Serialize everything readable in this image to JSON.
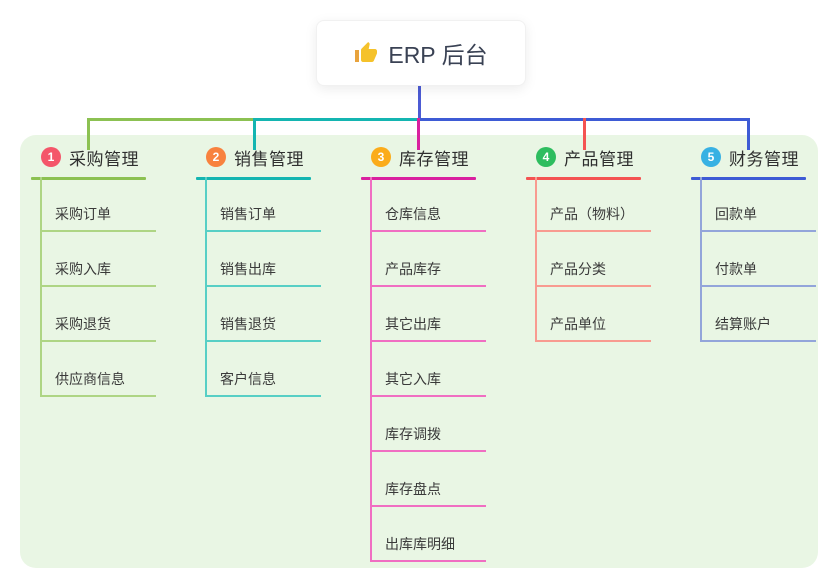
{
  "root": {
    "label": "ERP 后台",
    "icon": "thumbs-up-icon"
  },
  "colors": {
    "page_bg": "#ffffff",
    "board_bg": "#E9F6E4",
    "root_line": "#4C5BD4",
    "root_text": "#3A4254",
    "topic_text": "#2F2F2F",
    "child_text": "#3A3A3A",
    "thumb_yellow": "#F5C22B",
    "thumb_sleeve": "#E8A33D"
  },
  "branches": [
    {
      "num": "1",
      "label": "采购管理",
      "badge_color": "#F4566A",
      "line_color": "#8CC152",
      "child_line_color": "#AED584",
      "children": [
        "采购订单",
        "采购入库",
        "采购退货",
        "供应商信息"
      ]
    },
    {
      "num": "2",
      "label": "销售管理",
      "badge_color": "#F8823E",
      "line_color": "#14B5B1",
      "child_line_color": "#57CFC5",
      "children": [
        "销售订单",
        "销售出库",
        "销售退货",
        "客户信息"
      ]
    },
    {
      "num": "3",
      "label": "库存管理",
      "badge_color": "#FBAC1B",
      "line_color": "#D9219F",
      "child_line_color": "#F06EC2",
      "children": [
        "仓库信息",
        "产品库存",
        "其它出库",
        "其它入库",
        "库存调拨",
        "库存盘点",
        "出库库明细"
      ]
    },
    {
      "num": "4",
      "label": "产品管理",
      "badge_color": "#2EBD5F",
      "line_color": "#F45352",
      "child_line_color": "#F89B90",
      "children": [
        "产品（物料）",
        "产品分类",
        "产品单位"
      ]
    },
    {
      "num": "5",
      "label": "财务管理",
      "badge_color": "#38B1E3",
      "line_color": "#3E5BD5",
      "child_line_color": "#93A5DA",
      "children": [
        "回款单",
        "付款单",
        "结算账户"
      ]
    }
  ]
}
